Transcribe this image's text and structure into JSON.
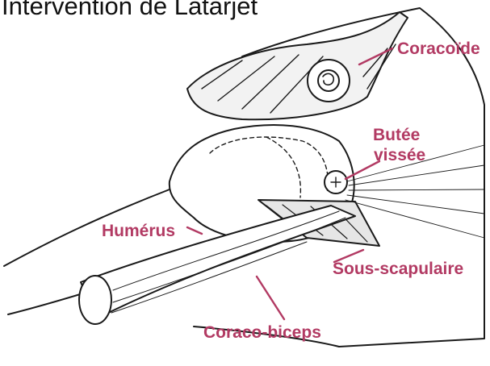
{
  "title": "Intervention de Latarjet",
  "labels": {
    "coracoide": "Coracoïde",
    "butee_line1": "Butée",
    "butee_line2": "vissée",
    "humerus": "Humérus",
    "sous_scapulaire": "Sous-scapulaire",
    "coraco_biceps": "Coraco-biceps"
  },
  "colors": {
    "label": "#b23a63",
    "line": "#1a1a1a",
    "background": "#ffffff"
  }
}
